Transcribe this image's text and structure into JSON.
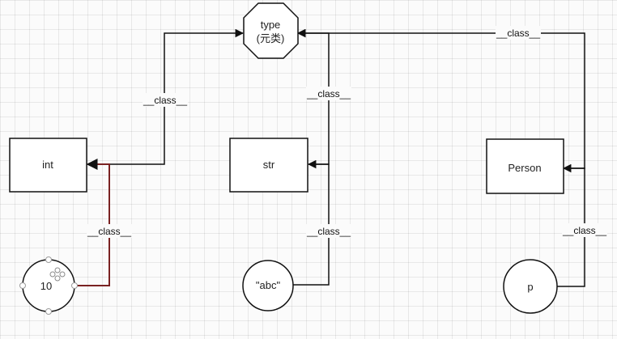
{
  "nodes": {
    "type": {
      "label": "type",
      "sublabel": "(元类)"
    },
    "int": {
      "label": "int"
    },
    "str": {
      "label": "str"
    },
    "person": {
      "label": "Person"
    },
    "ten": {
      "label": "10"
    },
    "abc": {
      "label": "\"abc\""
    },
    "p": {
      "label": "p"
    }
  },
  "edges": {
    "int_to_type": {
      "label": "__class__"
    },
    "str_to_type": {
      "label": "__class__"
    },
    "person_to_type": {
      "label": "__class__"
    },
    "ten_to_int": {
      "label": "__class__"
    },
    "abc_to_str": {
      "label": "__class__"
    },
    "p_to_person": {
      "label": "__class__"
    }
  },
  "icons": {
    "move_handle": "move-icon"
  },
  "colors": {
    "line": "#111111",
    "selected_edge": "#7a2222",
    "selection_handle": "#9a9a9a",
    "node_fill": "#ffffff"
  }
}
